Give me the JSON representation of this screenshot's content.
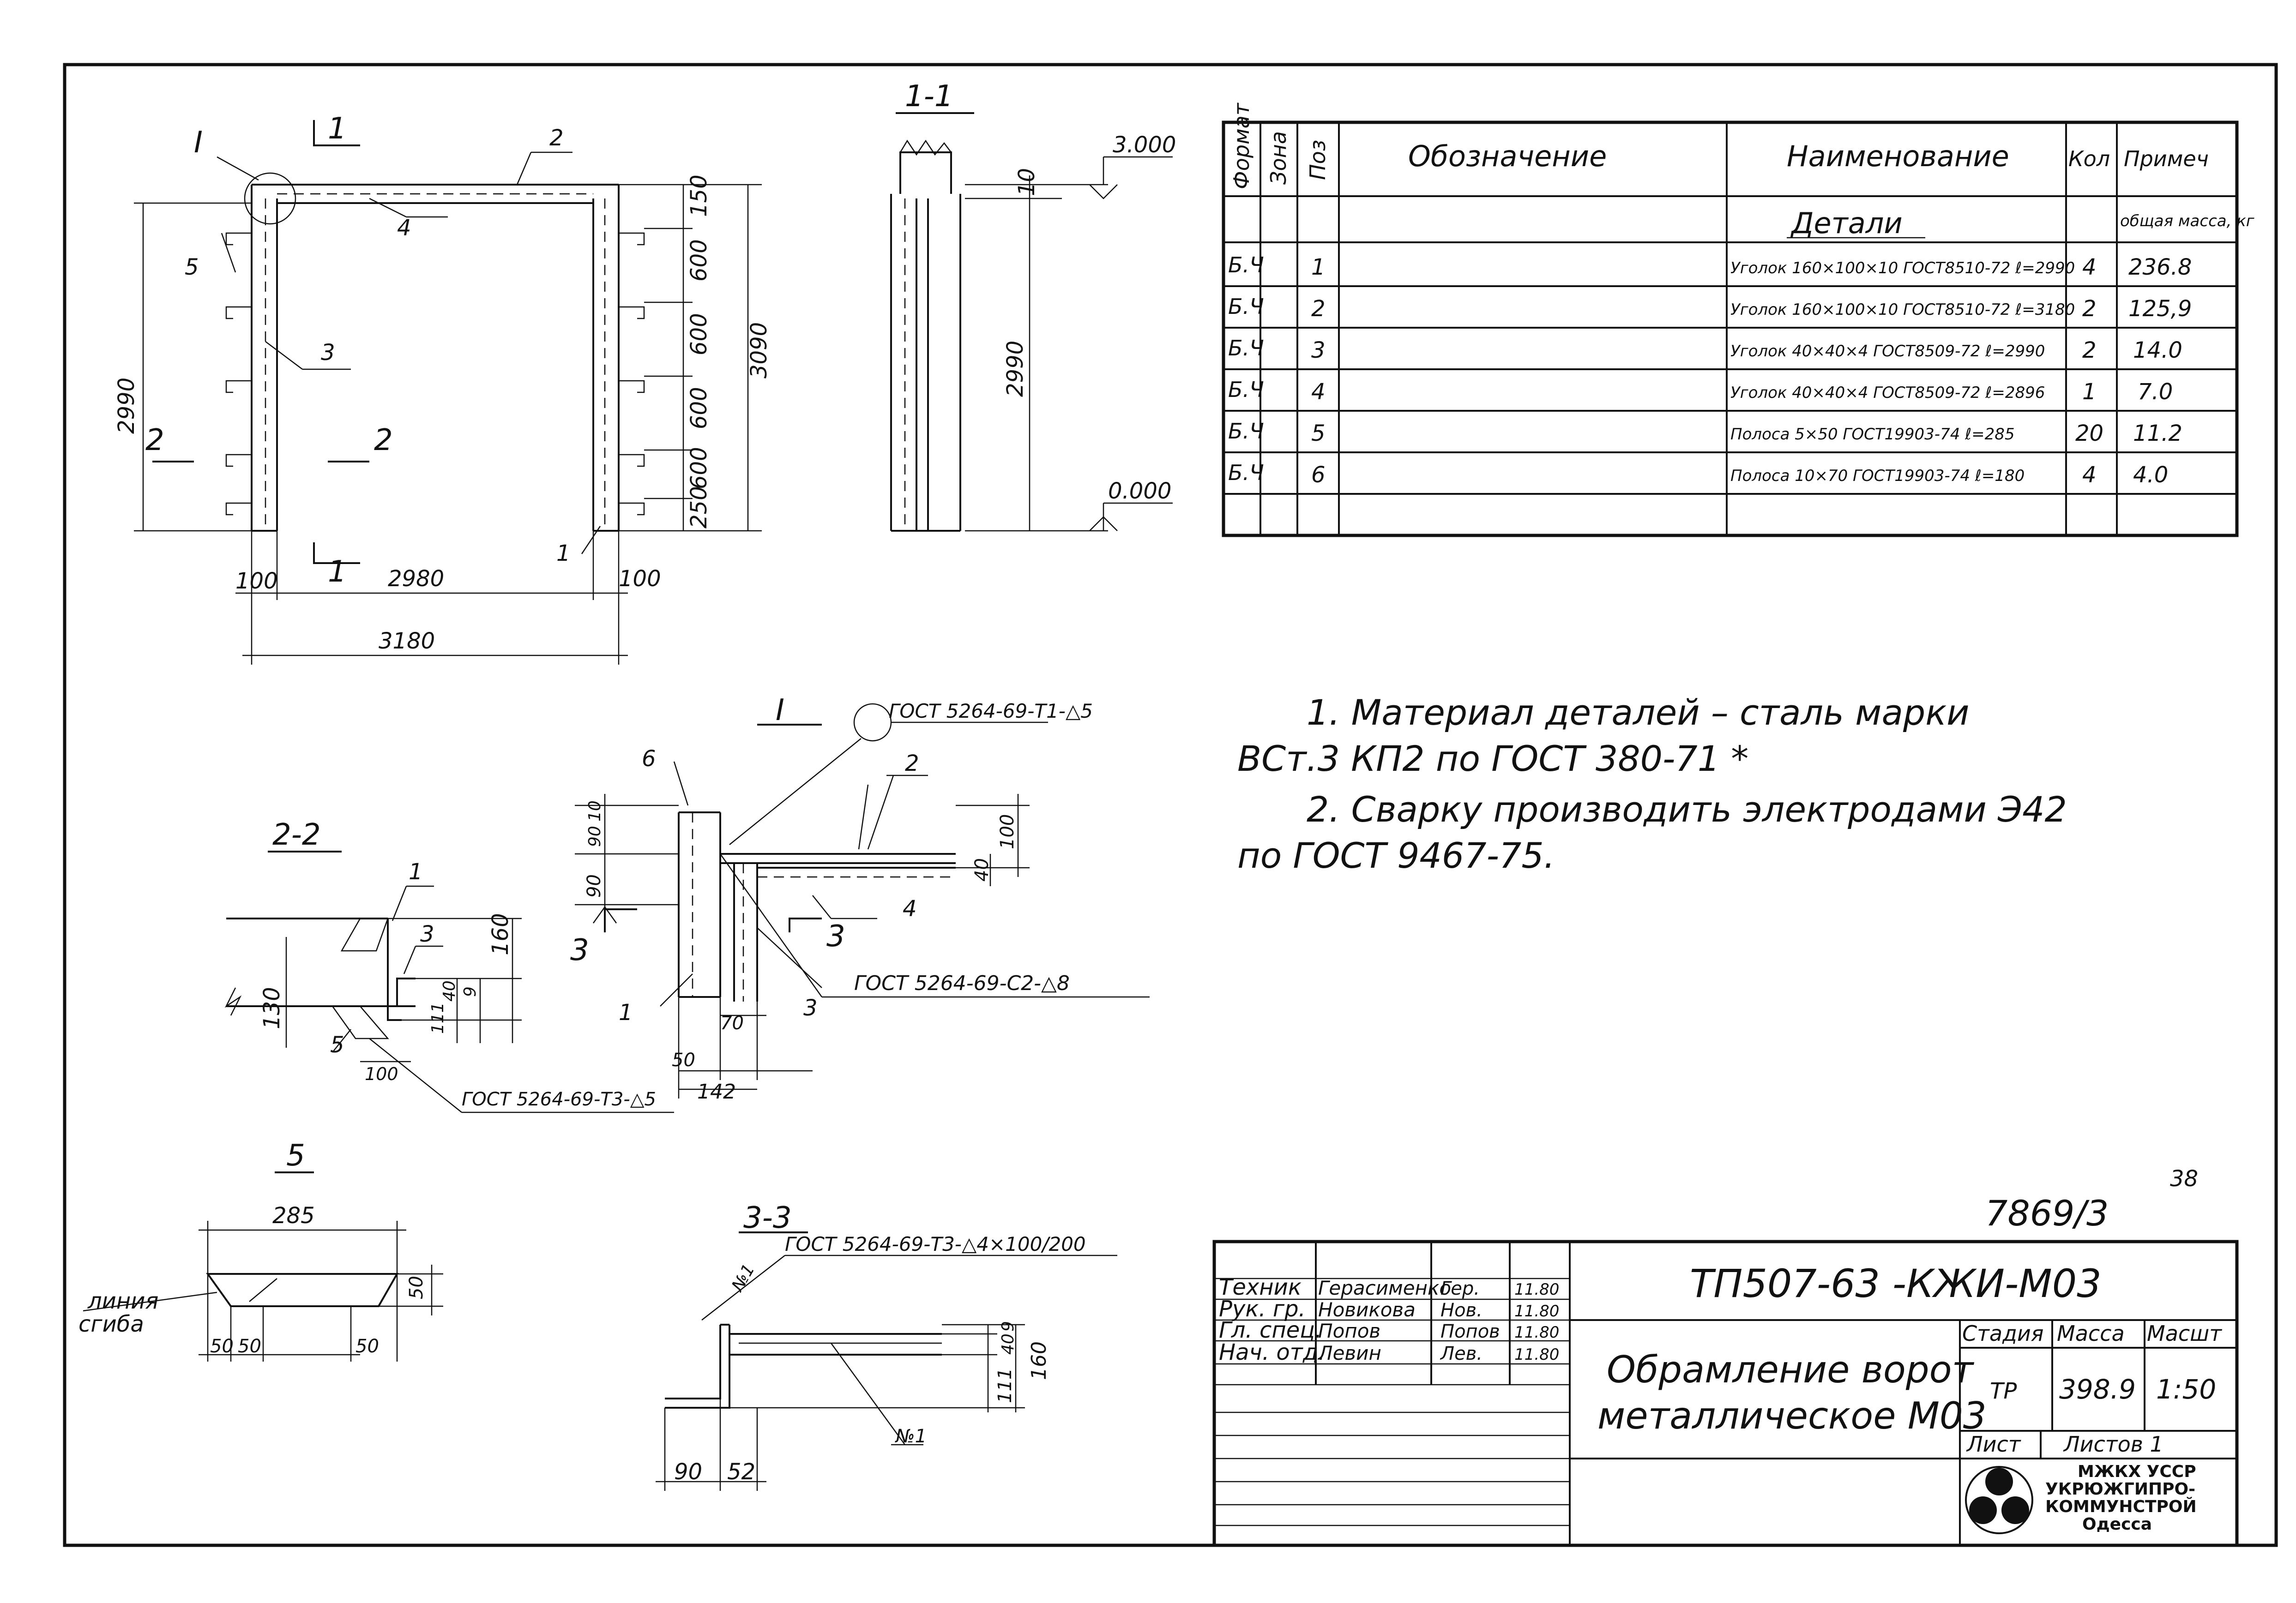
{
  "views": {
    "elevation": {
      "callout": "I",
      "section_1": "1",
      "section_2": "2",
      "positions": [
        "1",
        "2",
        "3",
        "4",
        "5"
      ],
      "dims": {
        "h_2990": "2990",
        "h_3090": "3090",
        "top_150": "150",
        "p600a": "600",
        "p600b": "600",
        "p600c": "600",
        "p600d": "600",
        "bot_250": "250",
        "w_2980": "2980",
        "w_3180": "3180",
        "l_100": "100",
        "r_100": "100"
      }
    },
    "section_1_1": {
      "title": "1-1",
      "mark_3000": "3.000",
      "mark_0000": "0.000",
      "dim_2990": "2990",
      "dim_10": "10"
    },
    "section_2_2": {
      "title": "2-2",
      "pos": [
        "1",
        "3",
        "5"
      ],
      "dims": {
        "d160": "160",
        "d130": "130",
        "d111": "111",
        "d40": "40",
        "d9": "9",
        "d100": "100"
      },
      "weld": "ГОСТ 5264-69-Т3-△5"
    },
    "node_I": {
      "title": "I",
      "weld_top": "ГОСТ 5264-69-Т1-△5",
      "weld_mid": "ГОСТ 5264-69-С2-△8",
      "pos": [
        "6",
        "2",
        "4",
        "1",
        "3"
      ],
      "cut": "3",
      "dims": {
        "d10": "10",
        "d90a": "90",
        "d90b": "90",
        "d100": "100",
        "d40": "40",
        "d70": "70",
        "d50": "50",
        "d142": "142"
      }
    },
    "detail_5": {
      "title": "5",
      "dims": {
        "w285": "285",
        "h50": "50",
        "a50": "50",
        "b50": "50",
        "c50": "50"
      },
      "bend_label": [
        "линия",
        "сгиба"
      ]
    },
    "section_3_3": {
      "title": "3-3",
      "weld": "ГОСТ 5264-69-Т3-△4×100/200",
      "marks": [
        "№1",
        "№1"
      ],
      "dims": {
        "d9": "9",
        "d40": "40",
        "d111": "111",
        "d160": "160",
        "d90": "90",
        "d52": "52"
      }
    }
  },
  "spec_table": {
    "headers": {
      "format": "Формат",
      "zone": "Зона",
      "pos": "Поз",
      "designation": "Обозначение",
      "name": "Наименование",
      "qty": "Кол",
      "note": "Примеч",
      "note_sub": "общая масса, кг"
    },
    "section_title": "Детали",
    "rows": [
      {
        "format": "Б.Ч",
        "pos": "1",
        "name": "Уголок 160×100×10 ГОСТ8510-72 ℓ=2990",
        "qty": "4",
        "note": "236.8"
      },
      {
        "format": "Б.Ч",
        "pos": "2",
        "name": "Уголок 160×100×10 ГОСТ8510-72 ℓ=3180",
        "qty": "2",
        "note": "125,9"
      },
      {
        "format": "Б.Ч",
        "pos": "3",
        "name": "Уголок 40×40×4 ГОСТ8509-72 ℓ=2990",
        "qty": "2",
        "note": "14.0"
      },
      {
        "format": "Б.Ч",
        "pos": "4",
        "name": "Уголок 40×40×4 ГОСТ8509-72 ℓ=2896",
        "qty": "1",
        "note": "7.0"
      },
      {
        "format": "Б.Ч",
        "pos": "5",
        "name": "Полоса 5×50 ГОСТ19903-74 ℓ=285",
        "qty": "20",
        "note": "11.2"
      },
      {
        "format": "Б.Ч",
        "pos": "6",
        "name": "Полоса 10×70 ГОСТ19903-74 ℓ=180",
        "qty": "4",
        "note": "4.0"
      }
    ]
  },
  "notes": [
    "1. Материал деталей – сталь марки",
    "ВСт.3 КП2   по ГОСТ 380-71 *",
    "2. Сварку производить электродами Э42",
    "по ГОСТ 9467-75."
  ],
  "sheet_no": "38",
  "inv_no": "7869/3",
  "title_block": {
    "code": "ТП507-63  -КЖИ-М03",
    "title_line1": "Обрамление ворот",
    "title_line2": "металлическое М03",
    "stage_label": "Стадия",
    "mass_label": "Масса",
    "scale_label": "Масшт",
    "stage": "ТР",
    "mass": "398.9",
    "scale": "1:50",
    "sheet_label": "Лист",
    "sheets_label": "Листов 1",
    "org": [
      "МЖКХ УССР",
      "УКРЮЖГИПРО-",
      "КОММУНСТРОЙ",
      "Одесса"
    ],
    "staff": [
      {
        "role": "Техник",
        "name": "Герасименко",
        "sign": "Гер.",
        "date": "11.80"
      },
      {
        "role": "Рук. гр.",
        "name": "Новикова",
        "sign": "Нов.",
        "date": "11.80"
      },
      {
        "role": "Гл. спец.",
        "name": "Попов",
        "sign": "Попов",
        "date": "11.80"
      },
      {
        "role": "Нач. отд.",
        "name": "Левин",
        "sign": "Лев.",
        "date": "11.80"
      }
    ]
  }
}
